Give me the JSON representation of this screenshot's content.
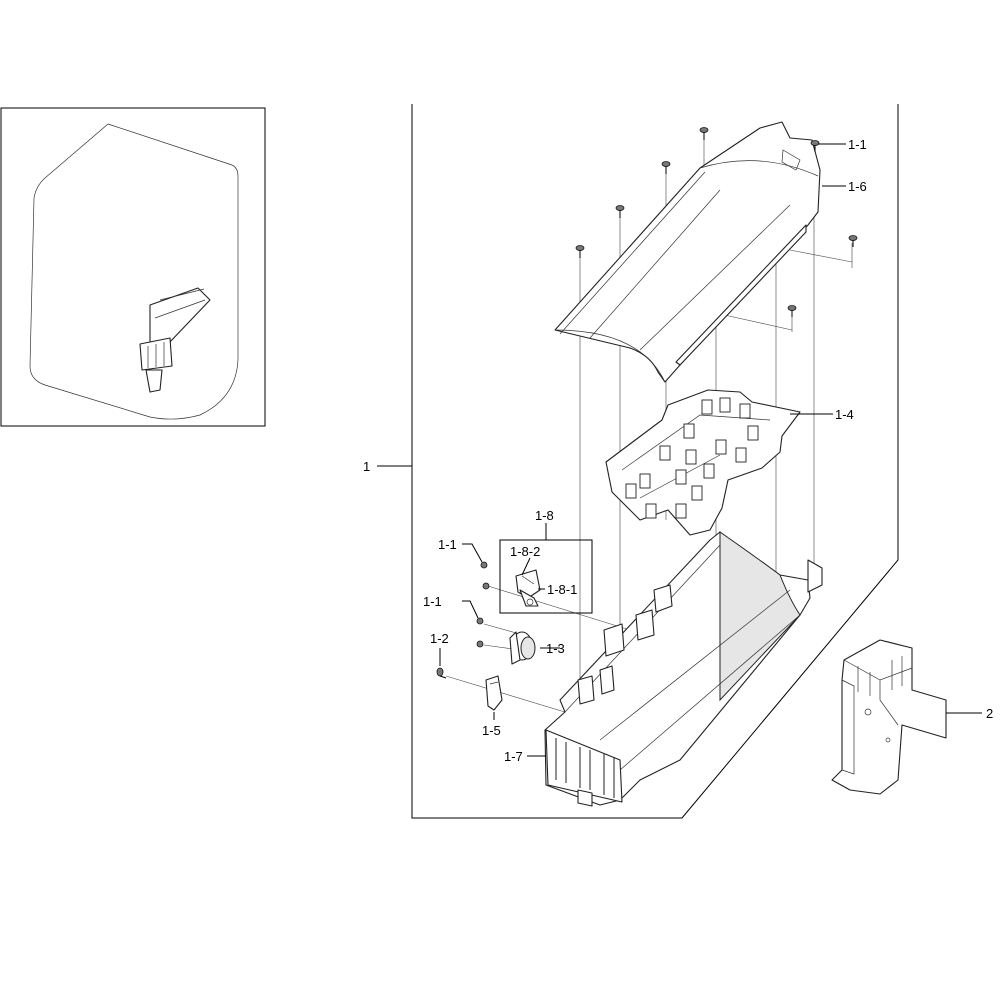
{
  "labels": {
    "main_assembly": "1",
    "screw_top": "1-1",
    "duct_cover": "1-6",
    "heater_plate": "1-4",
    "thermostat_group": "1-8",
    "screw_left_a": "1-1",
    "part_1_8_2": "1-8-2",
    "part_1_8_1": "1-8-1",
    "screw_left_b": "1-1",
    "thermostat": "1-3",
    "screw_1_2": "1-2",
    "part_1_5": "1-5",
    "housing_1_7": "1-7",
    "bracket_2": "2"
  }
}
